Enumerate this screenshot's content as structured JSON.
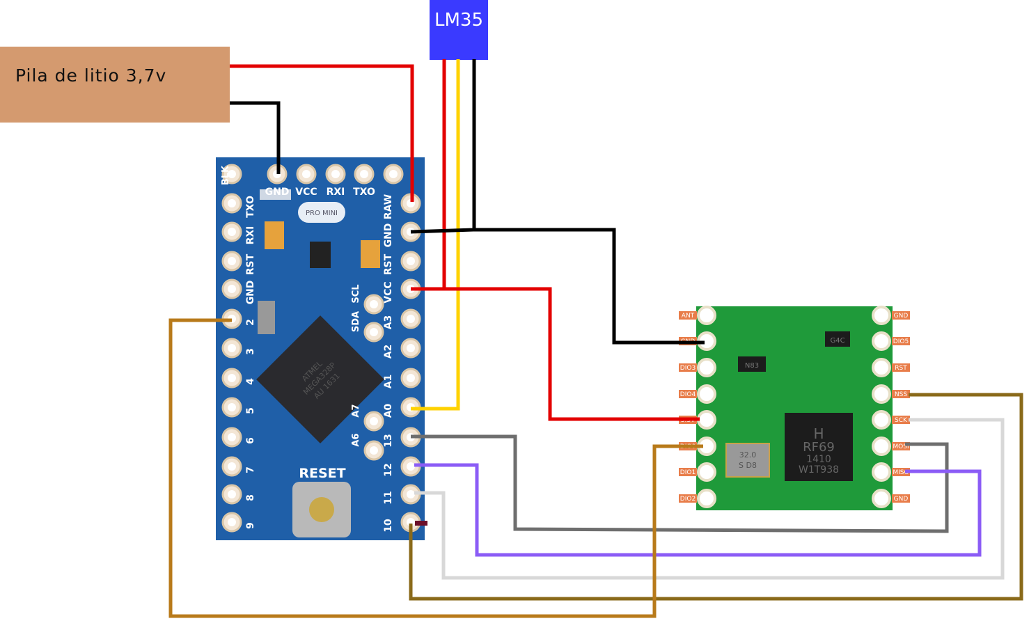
{
  "battery": {
    "label": "Pila de litio 3,7v",
    "color": "#d49a6f"
  },
  "sensor": {
    "label": "LM35",
    "color": "#3a3aff"
  },
  "arduino": {
    "badge": "PRO MINI",
    "reset_label": "RESET",
    "chip_text": [
      "ATMEL",
      "MEGA328P",
      "AU 1631"
    ],
    "top_pins": [
      "BLK",
      "GND",
      "VCC",
      "RXI",
      "TXO",
      ""
    ],
    "left_pins": [
      "TXO",
      "RXI",
      "RST",
      "GND",
      "2",
      "3",
      "4",
      "5",
      "6",
      "7",
      "8",
      "9"
    ],
    "right_pins": [
      "RAW",
      "GND",
      "RST",
      "VCC",
      "A3",
      "A2",
      "A1",
      "A0",
      "13",
      "12",
      "11",
      "10"
    ],
    "inner_pins": [
      "SCL",
      "SDA",
      "A7",
      "A6"
    ],
    "board_color": "#1f5fa8"
  },
  "rf_module": {
    "chip_text": [
      "H",
      "RF69",
      "1410",
      "W1T938"
    ],
    "crystal_text": [
      "32.0",
      "S D8"
    ],
    "ic_marks": [
      "N83",
      "G4C"
    ],
    "left_pins": [
      "ANT",
      "GND",
      "DIO3",
      "DIO4",
      "3.3V",
      "DIO0",
      "DIO1",
      "DIO2"
    ],
    "right_pins": [
      "GND",
      "DIO5",
      "RST",
      "NSS",
      "SCK",
      "MOSI",
      "MISO",
      "GND"
    ],
    "board_color": "#1f9a3a",
    "label_color": "#e87d4a"
  },
  "wires": {
    "red": "#e30000",
    "black": "#000000",
    "yellow": "#ffd200",
    "grey": "#6e6e6e",
    "purple": "#8b5cf6",
    "light_grey": "#d8d8d8",
    "olive": "#8a6a1a",
    "orange_brown": "#b87a1a"
  }
}
